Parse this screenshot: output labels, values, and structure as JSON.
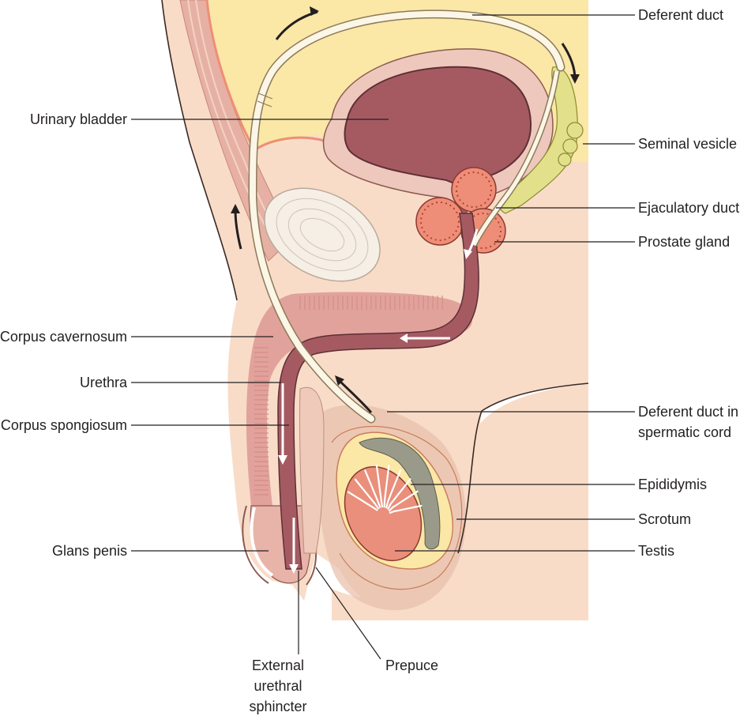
{
  "labels": {
    "deferent_duct": "Deferent duct",
    "urinary_bladder": "Urinary bladder",
    "seminal_vesicle": "Seminal vesicle",
    "ejaculatory_duct": "Ejaculatory duct",
    "prostate_gland": "Prostate gland",
    "corpus_cavernosum": "Corpus cavernosum",
    "urethra": "Urethra",
    "corpus_spongiosum": "Corpus spongiosum",
    "deferent_duct_spermatic_cord_line1": "Deferent duct in",
    "deferent_duct_spermatic_cord_line2": "spermatic cord",
    "epididymis": "Epididymis",
    "scrotum": "Scrotum",
    "glans_penis": "Glans penis",
    "testis": "Testis",
    "external_urethral_sphincter_line1": "External",
    "external_urethral_sphincter_line2": "urethral",
    "external_urethral_sphincter_line3": "sphincter",
    "prepuce": "Prepuce"
  },
  "colors": {
    "abdomen": "#fbe7a6",
    "skin": "#f8dcc8",
    "skin_dark": "#e8c2ae",
    "bladder": "#a55a62",
    "bladder_wall": "#eec7bd",
    "prostate": "#ee8e78",
    "duct": "#fbf6e6",
    "vesicle": "#e2e08a",
    "erectile": "#e2a29c",
    "testis": "#ea8f7b"
  }
}
